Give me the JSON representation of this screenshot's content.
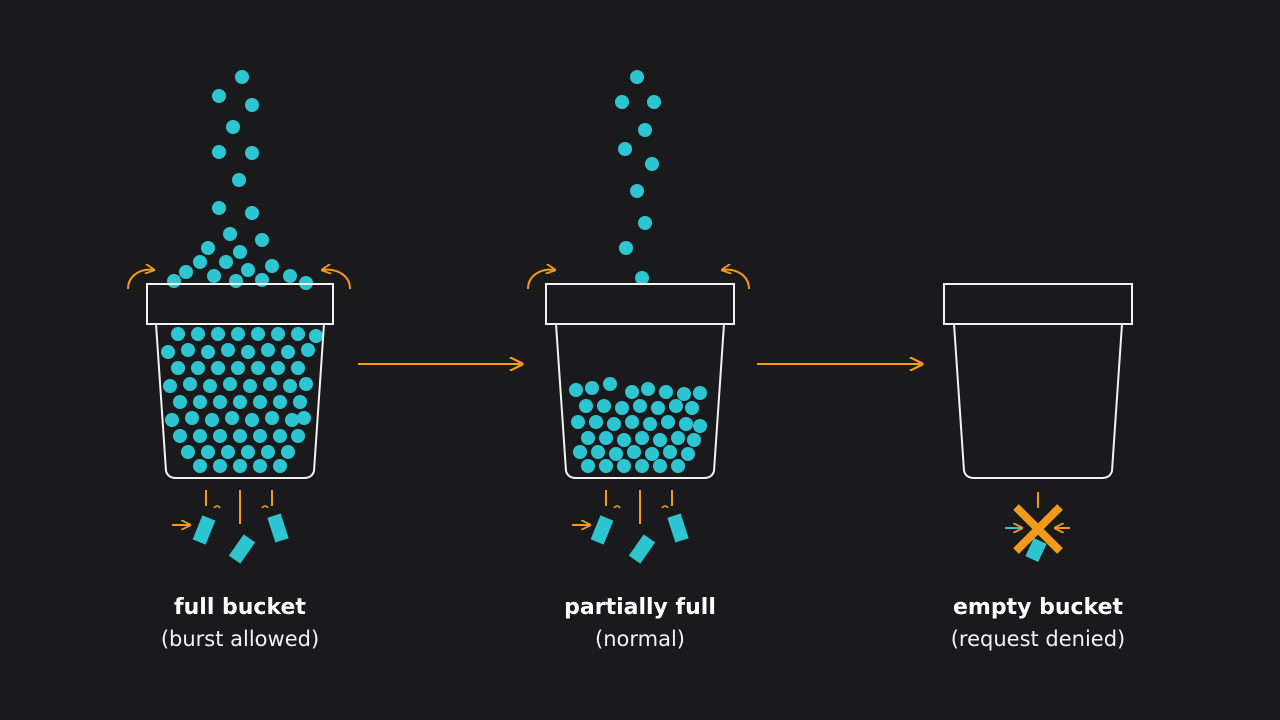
{
  "colors": {
    "background": "#1a1a1d",
    "token": "#2ec5d3",
    "accent": "#f39a1b",
    "outline": "#f2f2f2"
  },
  "panels": [
    {
      "title": "full bucket",
      "subtitle": "(burst allowed)",
      "fill_level": "full",
      "request": "allowed",
      "icons": [
        "bucket-icon",
        "token-icon",
        "overflow-arrow-icon",
        "request-token-icon"
      ]
    },
    {
      "title": "partially full",
      "subtitle": "(normal)",
      "fill_level": "partial",
      "request": "allowed",
      "icons": [
        "bucket-icon",
        "token-icon",
        "overflow-arrow-icon",
        "request-token-icon"
      ]
    },
    {
      "title": "empty bucket",
      "subtitle": "(request denied)",
      "fill_level": "empty",
      "request": "denied",
      "icons": [
        "bucket-icon",
        "denied-x-icon",
        "request-token-icon"
      ]
    }
  ],
  "connectors": [
    "arrow-right-icon",
    "arrow-right-icon"
  ]
}
